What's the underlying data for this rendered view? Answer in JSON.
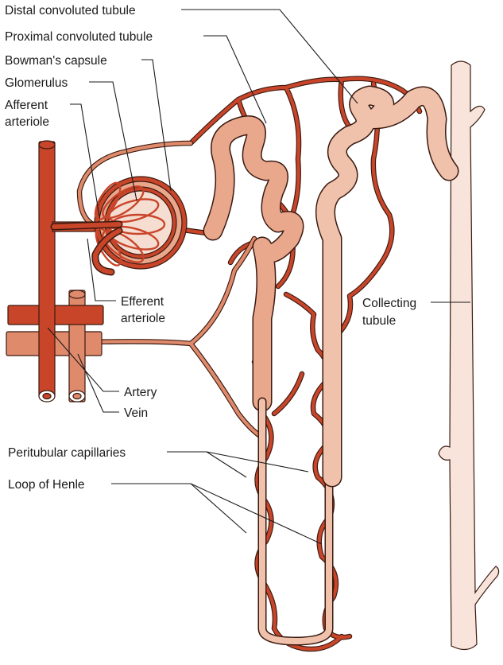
{
  "colors": {
    "artery": "#c9452a",
    "artery_outline": "#3a1a10",
    "vein": "#e08a6c",
    "tubule_proximal": "#e9a78c",
    "tubule_distal": "#f0c2ac",
    "collecting_duct": "#f8e4da",
    "label_text": "#1a1a1a"
  },
  "labels": {
    "distal_convoluted_tubule": "Distal convoluted tubule",
    "proximal_convoluted_tubule": "Proximal convoluted tubule",
    "bowmans_capsule": "Bowman's  capsule",
    "glomerulus": "Glomerulus",
    "afferent_arteriole_line1": "Afferent",
    "afferent_arteriole_line2": "arteriole",
    "efferent_arteriole_line1": "Efferent",
    "efferent_arteriole_line2": "arteriole",
    "collecting_tubule_line1": "Collecting",
    "collecting_tubule_line2": "tubule",
    "artery": "Artery",
    "vein": "Vein",
    "peritubular_capillaries": "Peritubular capillaries",
    "loop_of_henle": "Loop of Henle"
  }
}
